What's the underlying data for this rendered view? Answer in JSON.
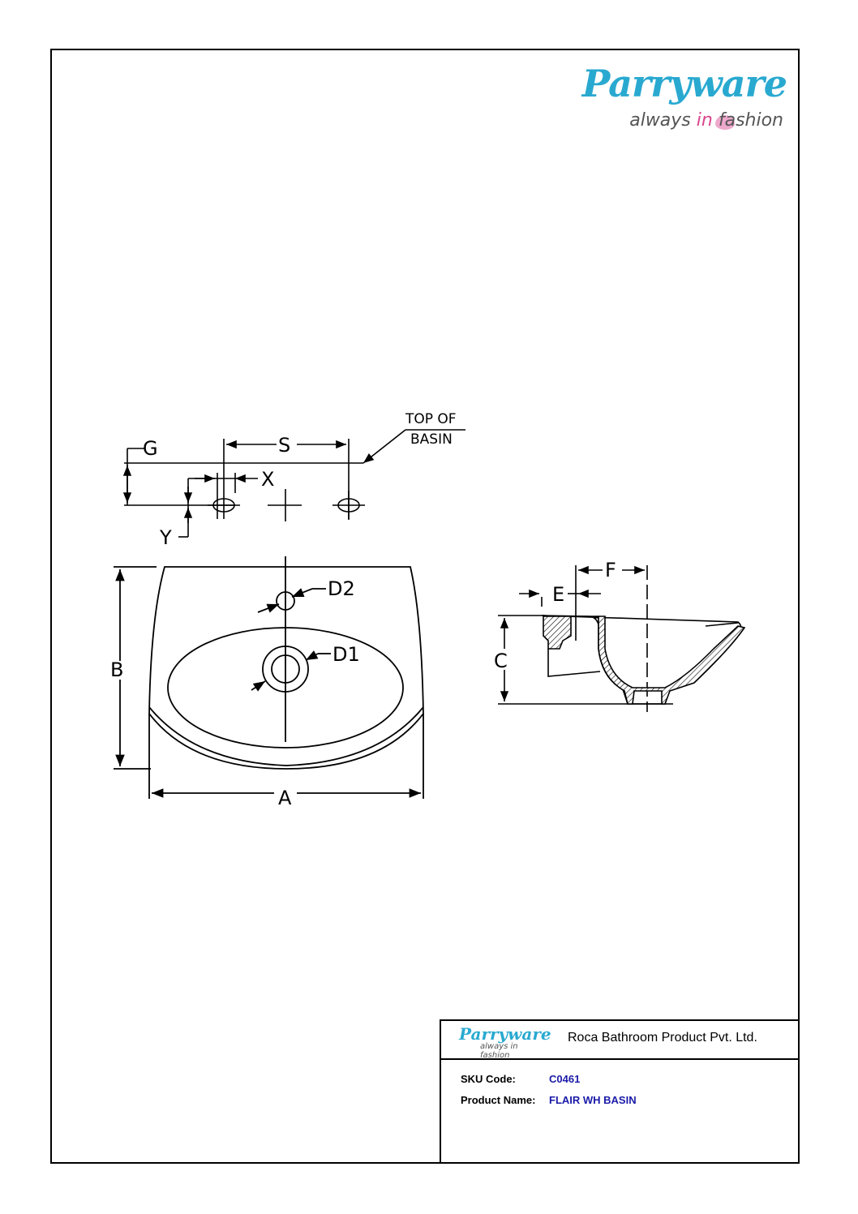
{
  "brand": {
    "name": "Parryware",
    "tagline_pre": "always",
    "tagline_mid": "in",
    "tagline_post": "fashion"
  },
  "drawing": {
    "labels": {
      "G": "G",
      "S": "S",
      "X": "X",
      "Y": "Y",
      "top_of_basin_1": "TOP OF",
      "top_of_basin_2": "BASIN",
      "D2": "D2",
      "D1": "D1",
      "B": "B",
      "A": "A",
      "F": "F",
      "E": "E",
      "C": "C"
    }
  },
  "title_block": {
    "logo_name": "Parryware",
    "logo_tag": "always in fashion",
    "company": "Roca Bathroom Product Pvt. Ltd.",
    "sku_label": "SKU Code:",
    "sku_value": "C0461",
    "product_label": "Product Name:",
    "product_value": "FLAIR WH BASIN"
  }
}
